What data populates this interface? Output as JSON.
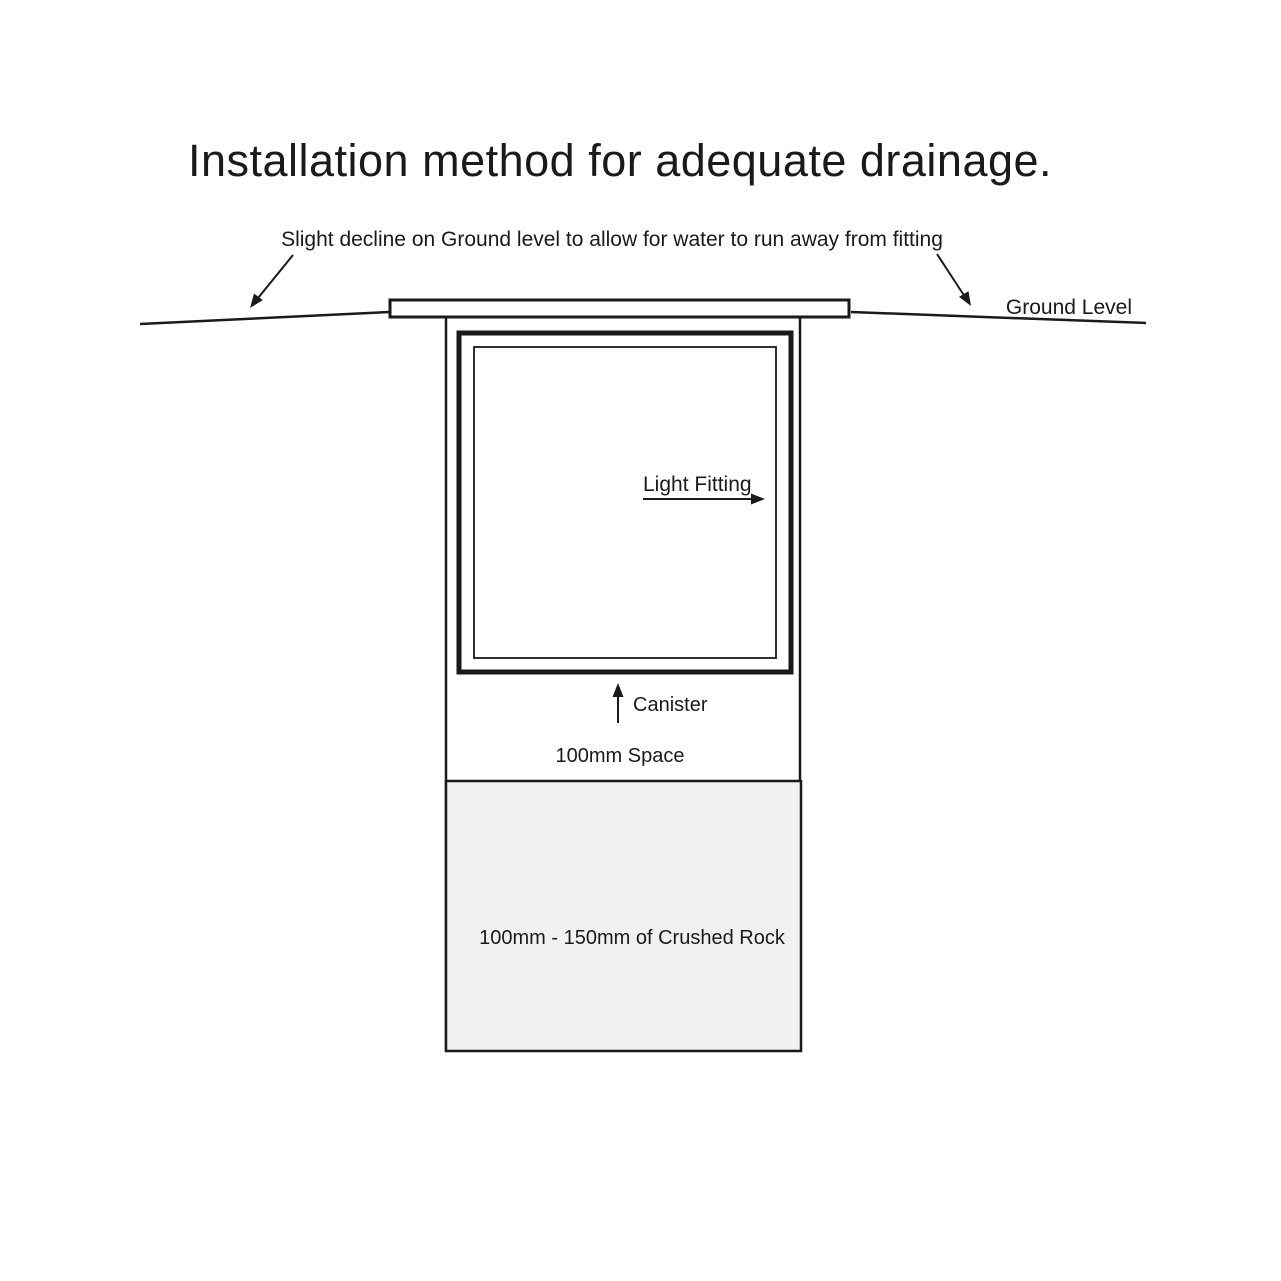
{
  "title": "Installation method for adequate drainage.",
  "annotations": {
    "decline_note": "Slight decline on Ground level to allow for water to run away from fitting",
    "ground_level": "Ground Level",
    "light_fitting": "Light Fitting",
    "canister": "Canister",
    "space": "100mm Space",
    "crushed_rock": "100mm - 150mm of Crushed Rock"
  },
  "colors": {
    "line": "#1a1a1a",
    "rock_fill": "#f1f1f1",
    "background": "#ffffff"
  }
}
